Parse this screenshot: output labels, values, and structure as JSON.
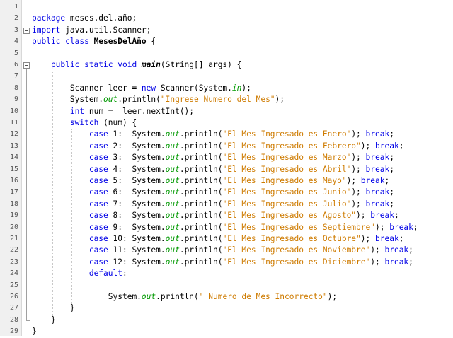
{
  "editor": {
    "lines": [
      {
        "n": "1",
        "tokens": []
      },
      {
        "n": "2",
        "tokens": [
          {
            "t": "package ",
            "c": "kw"
          },
          {
            "t": "meses.del.año;",
            "c": ""
          }
        ]
      },
      {
        "n": "3",
        "tokens": [
          {
            "t": "import ",
            "c": "kw"
          },
          {
            "t": "java.util.Scanner;",
            "c": ""
          }
        ]
      },
      {
        "n": "4",
        "tokens": [
          {
            "t": "public class ",
            "c": "kw"
          },
          {
            "t": "MesesDelAño",
            "c": "bold"
          },
          {
            "t": " {",
            "c": ""
          }
        ]
      },
      {
        "n": "5",
        "tokens": []
      },
      {
        "n": "6",
        "tokens": [
          {
            "t": "    public static void ",
            "c": "kw"
          },
          {
            "t": "main",
            "c": "mth"
          },
          {
            "t": "(String[] args) {",
            "c": ""
          }
        ]
      },
      {
        "n": "7",
        "tokens": []
      },
      {
        "n": "8",
        "tokens": [
          {
            "t": "        Scanner leer = ",
            "c": ""
          },
          {
            "t": "new ",
            "c": "kw"
          },
          {
            "t": "Scanner(System.",
            "c": ""
          },
          {
            "t": "in",
            "c": "fld"
          },
          {
            "t": ");",
            "c": ""
          }
        ]
      },
      {
        "n": "9",
        "tokens": [
          {
            "t": "        System.",
            "c": ""
          },
          {
            "t": "out",
            "c": "fld"
          },
          {
            "t": ".println(",
            "c": ""
          },
          {
            "t": "\"Ingrese Numero del Mes\"",
            "c": "str"
          },
          {
            "t": ");",
            "c": ""
          }
        ]
      },
      {
        "n": "10",
        "tokens": [
          {
            "t": "        ",
            "c": ""
          },
          {
            "t": "int ",
            "c": "kw"
          },
          {
            "t": "num =  leer.nextInt();",
            "c": ""
          }
        ]
      },
      {
        "n": "11",
        "tokens": [
          {
            "t": "        ",
            "c": ""
          },
          {
            "t": "switch ",
            "c": "kw"
          },
          {
            "t": "(num) {",
            "c": ""
          }
        ]
      },
      {
        "n": "12",
        "tokens": [
          {
            "t": "            ",
            "c": ""
          },
          {
            "t": "case ",
            "c": "kw"
          },
          {
            "t": "1:  System.",
            "c": ""
          },
          {
            "t": "out",
            "c": "fld"
          },
          {
            "t": ".println(",
            "c": ""
          },
          {
            "t": "\"El Mes Ingresado es Enero\"",
            "c": "str"
          },
          {
            "t": "); ",
            "c": ""
          },
          {
            "t": "break",
            "c": "kw"
          },
          {
            "t": ";",
            "c": ""
          }
        ]
      },
      {
        "n": "13",
        "tokens": [
          {
            "t": "            ",
            "c": ""
          },
          {
            "t": "case ",
            "c": "kw"
          },
          {
            "t": "2:  System.",
            "c": ""
          },
          {
            "t": "out",
            "c": "fld"
          },
          {
            "t": ".println(",
            "c": ""
          },
          {
            "t": "\"El Mes Ingresado es Febrero\"",
            "c": "str"
          },
          {
            "t": "); ",
            "c": ""
          },
          {
            "t": "break",
            "c": "kw"
          },
          {
            "t": ";",
            "c": ""
          }
        ]
      },
      {
        "n": "14",
        "tokens": [
          {
            "t": "            ",
            "c": ""
          },
          {
            "t": "case ",
            "c": "kw"
          },
          {
            "t": "3:  System.",
            "c": ""
          },
          {
            "t": "out",
            "c": "fld"
          },
          {
            "t": ".println(",
            "c": ""
          },
          {
            "t": "\"El Mes Ingresado es Marzo\"",
            "c": "str"
          },
          {
            "t": "); ",
            "c": ""
          },
          {
            "t": "break",
            "c": "kw"
          },
          {
            "t": ";",
            "c": ""
          }
        ]
      },
      {
        "n": "15",
        "tokens": [
          {
            "t": "            ",
            "c": ""
          },
          {
            "t": "case ",
            "c": "kw"
          },
          {
            "t": "4:  System.",
            "c": ""
          },
          {
            "t": "out",
            "c": "fld"
          },
          {
            "t": ".println(",
            "c": ""
          },
          {
            "t": "\"El Mes Ingresado es Abril\"",
            "c": "str"
          },
          {
            "t": "); ",
            "c": ""
          },
          {
            "t": "break",
            "c": "kw"
          },
          {
            "t": ";",
            "c": ""
          }
        ]
      },
      {
        "n": "16",
        "tokens": [
          {
            "t": "            ",
            "c": ""
          },
          {
            "t": "case ",
            "c": "kw"
          },
          {
            "t": "5:  System.",
            "c": ""
          },
          {
            "t": "out",
            "c": "fld"
          },
          {
            "t": ".println(",
            "c": ""
          },
          {
            "t": "\"El Mes Ingresado es Mayo\"",
            "c": "str"
          },
          {
            "t": "); ",
            "c": ""
          },
          {
            "t": "break",
            "c": "kw"
          },
          {
            "t": ";",
            "c": ""
          }
        ]
      },
      {
        "n": "17",
        "tokens": [
          {
            "t": "            ",
            "c": ""
          },
          {
            "t": "case ",
            "c": "kw"
          },
          {
            "t": "6:  System.",
            "c": ""
          },
          {
            "t": "out",
            "c": "fld"
          },
          {
            "t": ".println(",
            "c": ""
          },
          {
            "t": "\"El Mes Ingresado es Junio\"",
            "c": "str"
          },
          {
            "t": "); ",
            "c": ""
          },
          {
            "t": "break",
            "c": "kw"
          },
          {
            "t": ";",
            "c": ""
          }
        ]
      },
      {
        "n": "18",
        "tokens": [
          {
            "t": "            ",
            "c": ""
          },
          {
            "t": "case ",
            "c": "kw"
          },
          {
            "t": "7:  System.",
            "c": ""
          },
          {
            "t": "out",
            "c": "fld"
          },
          {
            "t": ".println(",
            "c": ""
          },
          {
            "t": "\"El Mes Ingresado es Julio\"",
            "c": "str"
          },
          {
            "t": "); ",
            "c": ""
          },
          {
            "t": "break",
            "c": "kw"
          },
          {
            "t": ";",
            "c": ""
          }
        ]
      },
      {
        "n": "19",
        "tokens": [
          {
            "t": "            ",
            "c": ""
          },
          {
            "t": "case ",
            "c": "kw"
          },
          {
            "t": "8:  System.",
            "c": ""
          },
          {
            "t": "out",
            "c": "fld"
          },
          {
            "t": ".println(",
            "c": ""
          },
          {
            "t": "\"El Mes Ingresado es Agosto\"",
            "c": "str"
          },
          {
            "t": "); ",
            "c": ""
          },
          {
            "t": "break",
            "c": "kw"
          },
          {
            "t": ";",
            "c": ""
          }
        ]
      },
      {
        "n": "20",
        "tokens": [
          {
            "t": "            ",
            "c": ""
          },
          {
            "t": "case ",
            "c": "kw"
          },
          {
            "t": "9:  System.",
            "c": ""
          },
          {
            "t": "out",
            "c": "fld"
          },
          {
            "t": ".println(",
            "c": ""
          },
          {
            "t": "\"El Mes Ingresado es Septiembre\"",
            "c": "str"
          },
          {
            "t": "); ",
            "c": ""
          },
          {
            "t": "break",
            "c": "kw"
          },
          {
            "t": ";",
            "c": ""
          }
        ]
      },
      {
        "n": "21",
        "tokens": [
          {
            "t": "            ",
            "c": ""
          },
          {
            "t": "case ",
            "c": "kw"
          },
          {
            "t": "10: System.",
            "c": ""
          },
          {
            "t": "out",
            "c": "fld"
          },
          {
            "t": ".println(",
            "c": ""
          },
          {
            "t": "\"El Mes Ingresado es Octubre\"",
            "c": "str"
          },
          {
            "t": "); ",
            "c": ""
          },
          {
            "t": "break",
            "c": "kw"
          },
          {
            "t": ";",
            "c": ""
          }
        ]
      },
      {
        "n": "22",
        "tokens": [
          {
            "t": "            ",
            "c": ""
          },
          {
            "t": "case ",
            "c": "kw"
          },
          {
            "t": "11: System.",
            "c": ""
          },
          {
            "t": "out",
            "c": "fld"
          },
          {
            "t": ".println(",
            "c": ""
          },
          {
            "t": "\"El Mes Ingresado es Noviembre\"",
            "c": "str"
          },
          {
            "t": "); ",
            "c": ""
          },
          {
            "t": "break",
            "c": "kw"
          },
          {
            "t": ";",
            "c": ""
          }
        ]
      },
      {
        "n": "23",
        "tokens": [
          {
            "t": "            ",
            "c": ""
          },
          {
            "t": "case ",
            "c": "kw"
          },
          {
            "t": "12: System.",
            "c": ""
          },
          {
            "t": "out",
            "c": "fld"
          },
          {
            "t": ".println(",
            "c": ""
          },
          {
            "t": "\"El Mes Ingresado es Diciembre\"",
            "c": "str"
          },
          {
            "t": "); ",
            "c": ""
          },
          {
            "t": "break",
            "c": "kw"
          },
          {
            "t": ";",
            "c": ""
          }
        ]
      },
      {
        "n": "24",
        "tokens": [
          {
            "t": "            ",
            "c": ""
          },
          {
            "t": "default",
            "c": "kw"
          },
          {
            "t": ":",
            "c": ""
          }
        ]
      },
      {
        "n": "25",
        "tokens": []
      },
      {
        "n": "26",
        "tokens": [
          {
            "t": "                System.",
            "c": ""
          },
          {
            "t": "out",
            "c": "fld"
          },
          {
            "t": ".println(",
            "c": ""
          },
          {
            "t": "\" Numero de Mes Incorrecto\"",
            "c": "str"
          },
          {
            "t": ");",
            "c": ""
          }
        ]
      },
      {
        "n": "27",
        "tokens": [
          {
            "t": "        }",
            "c": ""
          }
        ]
      },
      {
        "n": "28",
        "tokens": [
          {
            "t": "    }",
            "c": ""
          }
        ]
      },
      {
        "n": "29",
        "tokens": [
          {
            "t": "}",
            "c": ""
          }
        ]
      }
    ],
    "fold_markers": [
      "3",
      "6"
    ],
    "colors": {
      "keyword": "#0000e6",
      "string": "#ce7b00",
      "field": "#009900",
      "gutter_bg": "#f0f0f0"
    }
  }
}
